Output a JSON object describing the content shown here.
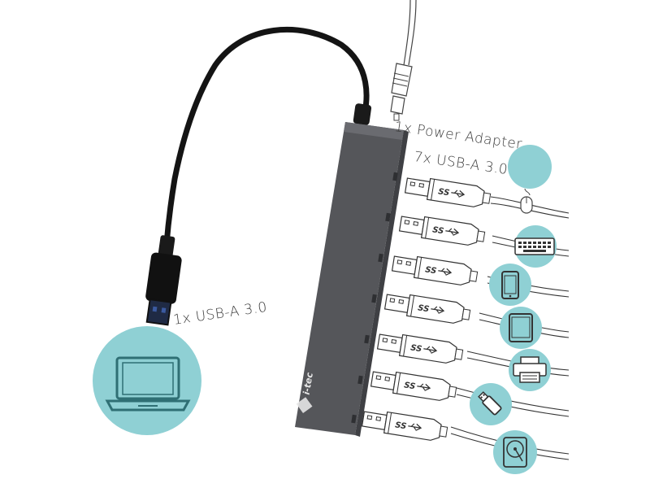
{
  "labels": {
    "host": "1x USB-A 3.0",
    "power": "1x Power Adapter",
    "ports": "7x USB-A 3.0"
  },
  "hub": {
    "brand": "i-tec",
    "color": "#55565a"
  },
  "usb_logo_text": "SS",
  "accent_color": "#8fd0d4",
  "devices": [
    {
      "icon": "mouse-icon"
    },
    {
      "icon": "keyboard-icon"
    },
    {
      "icon": "smartphone-icon"
    },
    {
      "icon": "tablet-icon"
    },
    {
      "icon": "printer-icon"
    },
    {
      "icon": "usb-flash-drive-icon"
    },
    {
      "icon": "hard-drive-icon"
    }
  ],
  "host_device": {
    "icon": "laptop-icon"
  }
}
